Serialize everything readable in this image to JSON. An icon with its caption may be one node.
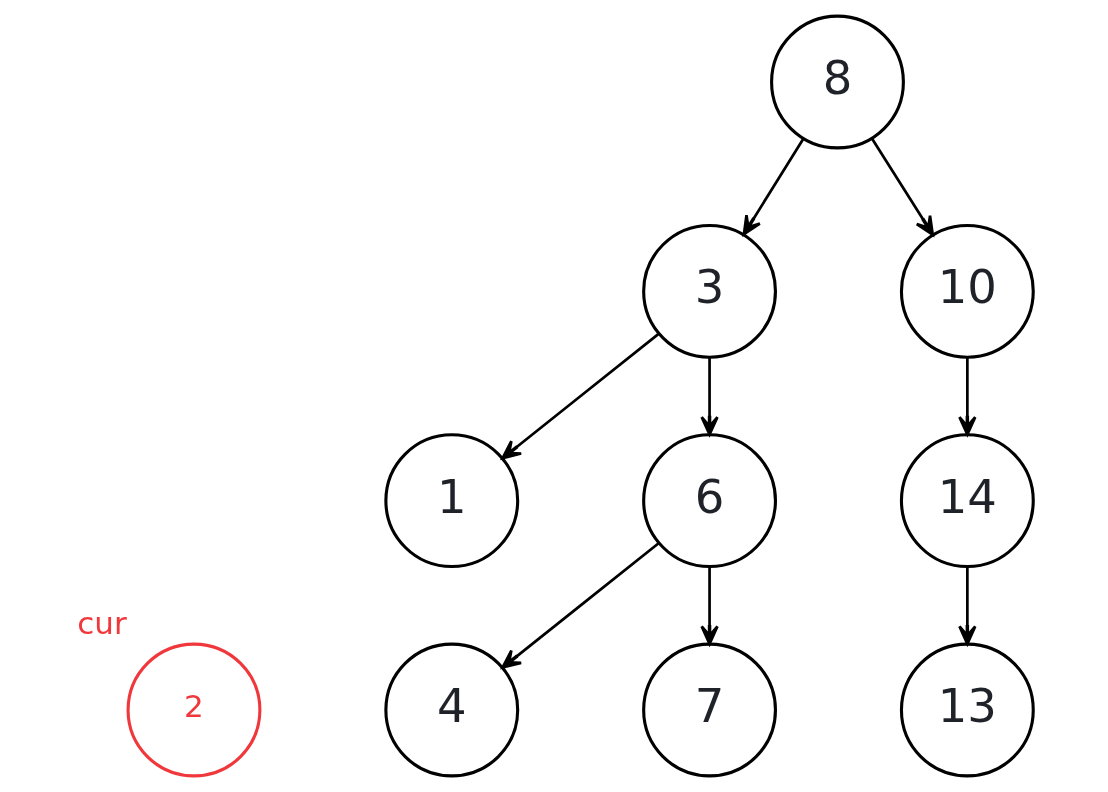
{
  "diagram": {
    "nodes": [
      {
        "text": [
          "8"
        ]
      },
      {
        "text": [
          "3"
        ]
      },
      {
        "text": [
          "10"
        ]
      },
      {
        "text": [
          "1"
        ]
      },
      {
        "text": [
          "6"
        ]
      },
      {
        "text": [
          "14"
        ]
      },
      {
        "text": [
          "4"
        ]
      },
      {
        "text": [
          "7"
        ]
      },
      {
        "text": [
          "13"
        ]
      },
      {
        "text": [
          "2"
        ],
        "beside": [
          "cur"
        ]
      }
    ],
    "edges": [
      {
        "from": 0,
        "to": 1,
        "arrow": "to"
      },
      {
        "from": 0,
        "to": 2,
        "arrow": "to"
      },
      {
        "from": 1,
        "to": 3,
        "arrow": "to"
      },
      {
        "from": 1,
        "to": 4,
        "arrow": "to"
      },
      {
        "from": 2,
        "to": 5,
        "arrow": "to"
      },
      {
        "from": 4,
        "to": 6,
        "arrow": "to"
      },
      {
        "from": 4,
        "to": 7,
        "arrow": "to"
      },
      {
        "from": 5,
        "to": 8,
        "arrow": "to"
      }
    ]
  }
}
